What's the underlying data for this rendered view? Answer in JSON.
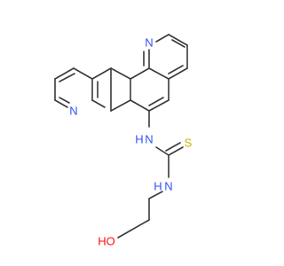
{
  "structure": {
    "atoms": {
      "n_top": {
        "text": "N",
        "color": "#3050f8"
      },
      "n_left": {
        "text": "N",
        "color": "#3050f8"
      },
      "n_amine": {
        "text": "H\nN",
        "lines": [
          "N",
          "H"
        ],
        "color": "#3050f8"
      },
      "s_thione": {
        "text": "S",
        "color": "#c8b400"
      },
      "n_thioamide": {
        "text": "N",
        "color": "#3050f8"
      },
      "n_thioamide_h": {
        "text": "H",
        "color": "#3050f8"
      },
      "oh": {
        "text": "HO",
        "color": "#ff0d0d"
      }
    },
    "bond_color": "#3a3a3a"
  }
}
